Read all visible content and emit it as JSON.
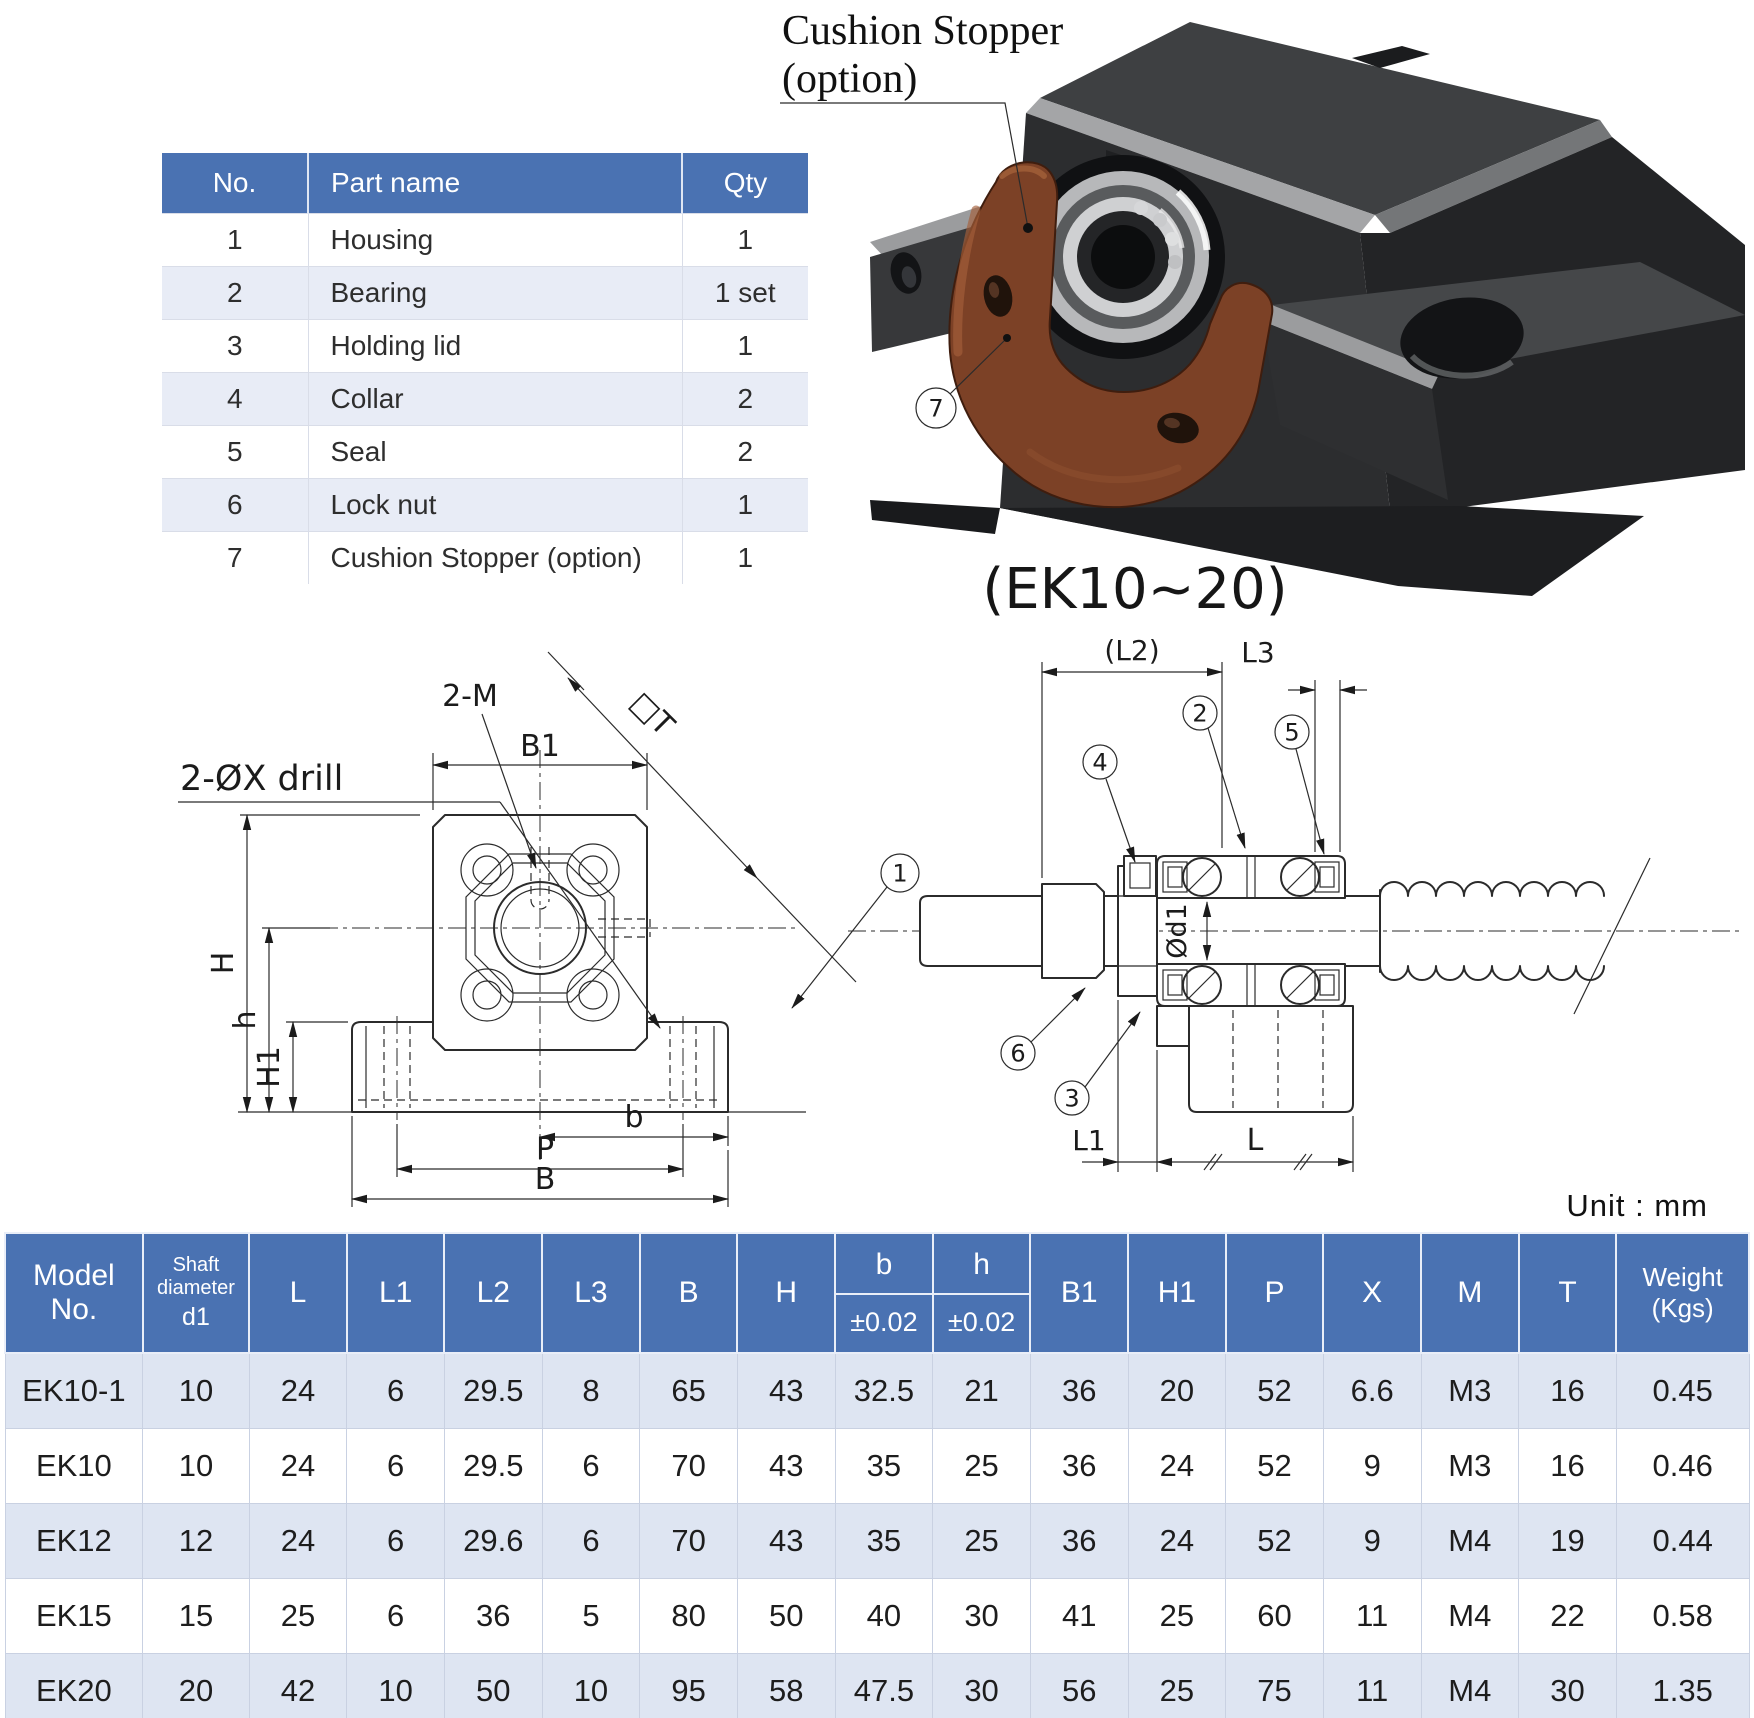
{
  "parts_table": {
    "headers": [
      "No.",
      "Part name",
      "Qty"
    ],
    "rows": [
      [
        "1",
        "Housing",
        "1"
      ],
      [
        "2",
        "Bearing",
        "1 set"
      ],
      [
        "3",
        "Holding lid",
        "1"
      ],
      [
        "4",
        "Collar",
        "2"
      ],
      [
        "5",
        "Seal",
        "2"
      ],
      [
        "6",
        "Lock nut",
        "1"
      ],
      [
        "7",
        "Cushion Stopper (option)",
        "1"
      ]
    ]
  },
  "photo": {
    "callout_line1": "Cushion Stopper",
    "callout_line2": "(option)",
    "balloon": "7",
    "caption": "(EK10~20)"
  },
  "front_view": {
    "label_drill": "2-ØX drill",
    "label_tap": "2-M",
    "dim_B1": "B1",
    "dim_T": "□T",
    "dim_H": "H",
    "dim_h": "h",
    "dim_H1": "H1",
    "dim_b": "b",
    "dim_P": "P",
    "dim_B": "B",
    "balloon_housing": "1"
  },
  "side_view": {
    "dim_L2": "(L2)",
    "dim_L3": "L3",
    "dim_d1": "Ød1",
    "dim_L1": "L1",
    "dim_L": "L",
    "balloon_collar": "4",
    "balloon_bearing": "2",
    "balloon_seal": "5",
    "balloon_lock_nut": "6",
    "balloon_holding_lid": "3"
  },
  "unit_note": "Unit : mm",
  "spec_table": {
    "headers": [
      {
        "type": "plain",
        "text": "Model No."
      },
      {
        "type": "stack",
        "cls": "shaft",
        "lines": [
          "Shaft",
          "diameter",
          "d1"
        ]
      },
      {
        "type": "plain",
        "text": "L"
      },
      {
        "type": "plain",
        "text": "L1"
      },
      {
        "type": "plain",
        "text": "L2"
      },
      {
        "type": "plain",
        "text": "L3"
      },
      {
        "type": "plain",
        "text": "B"
      },
      {
        "type": "plain",
        "text": "H"
      },
      {
        "type": "tol",
        "top": "b",
        "bottom": "±0.02"
      },
      {
        "type": "tol",
        "top": "h",
        "bottom": "±0.02"
      },
      {
        "type": "plain",
        "text": "B1"
      },
      {
        "type": "plain",
        "text": "H1"
      },
      {
        "type": "plain",
        "text": "P"
      },
      {
        "type": "plain",
        "text": "X"
      },
      {
        "type": "plain",
        "text": "M"
      },
      {
        "type": "plain",
        "text": "T"
      },
      {
        "type": "stack",
        "cls": "weight",
        "lines": [
          "Weight",
          "(Kgs)"
        ]
      }
    ],
    "rows": [
      [
        "EK10-1",
        "10",
        "24",
        "6",
        "29.5",
        "8",
        "65",
        "43",
        "32.5",
        "21",
        "36",
        "20",
        "52",
        "6.6",
        "M3",
        "16",
        "0.45"
      ],
      [
        "EK10",
        "10",
        "24",
        "6",
        "29.5",
        "6",
        "70",
        "43",
        "35",
        "25",
        "36",
        "24",
        "52",
        "9",
        "M3",
        "16",
        "0.46"
      ],
      [
        "EK12",
        "12",
        "24",
        "6",
        "29.6",
        "6",
        "70",
        "43",
        "35",
        "25",
        "36",
        "24",
        "52",
        "9",
        "M4",
        "19",
        "0.44"
      ],
      [
        "EK15",
        "15",
        "25",
        "6",
        "36",
        "5",
        "80",
        "50",
        "40",
        "30",
        "41",
        "25",
        "60",
        "11",
        "M4",
        "22",
        "0.58"
      ],
      [
        "EK20",
        "20",
        "42",
        "10",
        "50",
        "10",
        "95",
        "58",
        "47.5",
        "30",
        "56",
        "25",
        "75",
        "11",
        "M4",
        "30",
        "1.35"
      ]
    ]
  },
  "colors": {
    "table_header_blue": "#4a72b2",
    "table_row_alt": "#dee5f2",
    "table_row_alt_parts": "#e8ecf6",
    "stopper_brown": "#7c4126",
    "housing_dark": "#2c2d2f"
  }
}
